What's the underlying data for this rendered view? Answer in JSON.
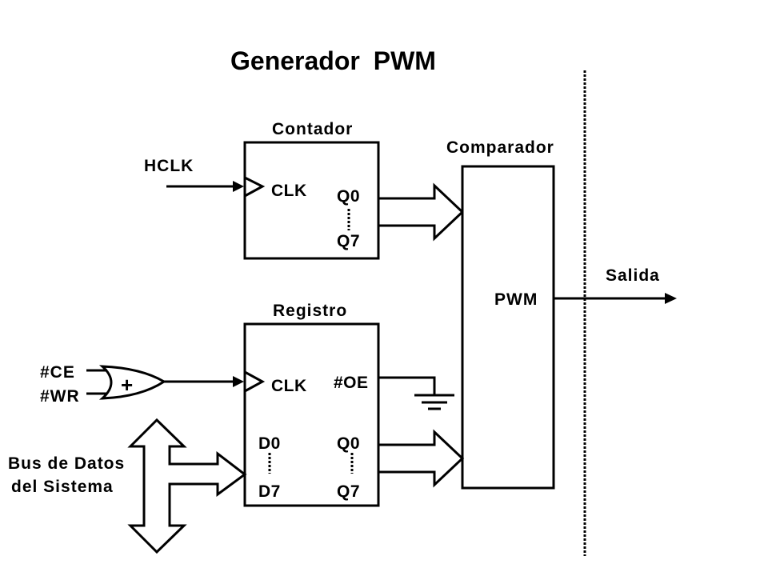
{
  "title": "Generador PWM",
  "clock_input": "HCLK",
  "counter": {
    "label": "Contador",
    "clk": "CLK",
    "q_first": "Q0",
    "q_last": "Q7"
  },
  "comparator": {
    "label": "Comparador",
    "body": "PWM"
  },
  "output": "Salida",
  "register": {
    "label": "Registro",
    "clk": "CLK",
    "oe": "#OE",
    "d_first": "D0",
    "d_last": "D7",
    "q_first": "Q0",
    "q_last": "Q7"
  },
  "gate": {
    "input_1": "#CE",
    "input_2": "#WR",
    "symbol": "+"
  },
  "bus": {
    "line_1": "Bus de Datos",
    "line_2": "del Sistema"
  }
}
